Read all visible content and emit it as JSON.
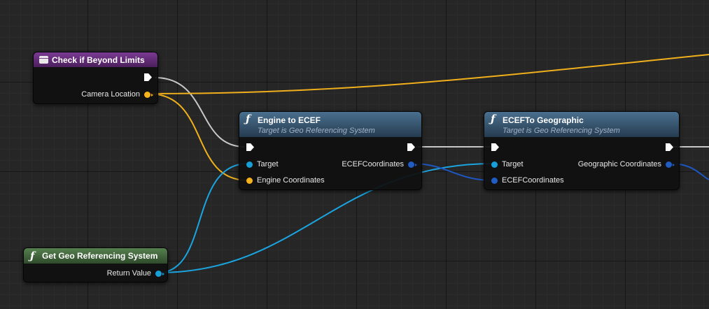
{
  "nodes": {
    "check_limits": {
      "title": "Check if Beyond Limits",
      "pin_camera": "Camera Location",
      "header_color": "#6f2e86"
    },
    "engine_to_ecef": {
      "title": "Engine to ECEF",
      "subtitle": "Target is Geo Referencing System",
      "pin_target": "Target",
      "pin_engine_coords": "Engine Coordinates",
      "pin_out": "ECEFCoordinates"
    },
    "ecef_to_geographic": {
      "title": "ECEFTo Geographic",
      "subtitle": "Target is Geo Referencing System",
      "pin_target": "Target",
      "pin_ecef_coords": "ECEFCoordinates",
      "pin_out": "Geographic Coordinates"
    },
    "get_geo_ref": {
      "title": "Get Geo Referencing System",
      "pin_return": "Return Value"
    }
  },
  "icons": {
    "function": "ƒ"
  },
  "colors": {
    "vector_pin": "#f5b21a",
    "object_pin": "#169fd8",
    "struct_pin": "#1f5dc4",
    "exec_wire": "#bdbdbd",
    "function_header": "#3c5a74",
    "pure_function_header": "#3f6b3c"
  }
}
